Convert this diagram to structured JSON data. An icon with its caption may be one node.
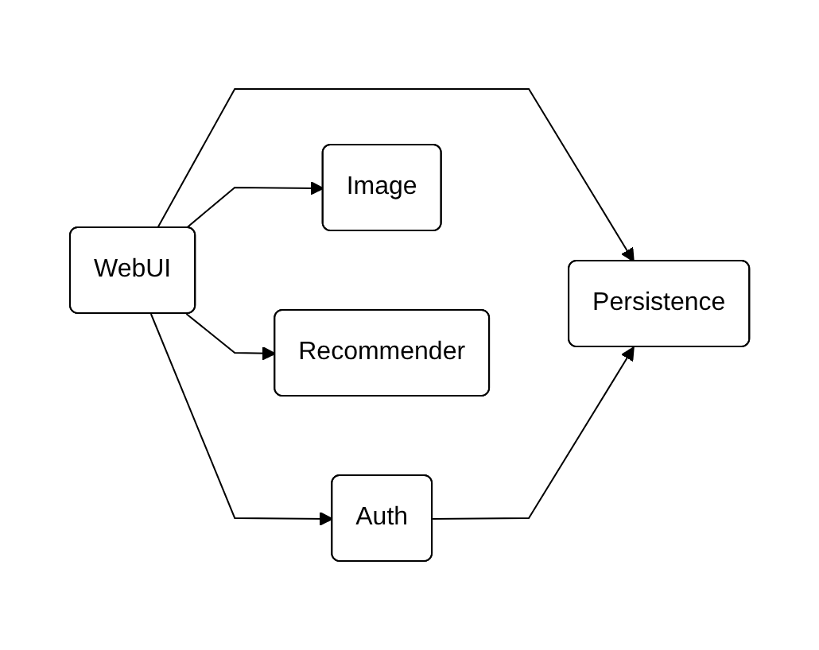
{
  "diagram": {
    "nodes": [
      {
        "text": [
          "WebUI"
        ]
      },
      {
        "text": [
          "Persistence"
        ]
      },
      {
        "text": [
          "Auth"
        ]
      },
      {
        "text": [
          "Image"
        ]
      },
      {
        "text": [
          "Recommender"
        ]
      }
    ],
    "edges": [
      {
        "from": 0,
        "to": 1,
        "arrow": "to"
      },
      {
        "from": 0,
        "to": 2,
        "arrow": "to"
      },
      {
        "from": 0,
        "to": 3,
        "arrow": "to"
      },
      {
        "from": 0,
        "to": 4,
        "arrow": "to"
      },
      {
        "from": 2,
        "to": 1,
        "arrow": "to"
      }
    ]
  }
}
